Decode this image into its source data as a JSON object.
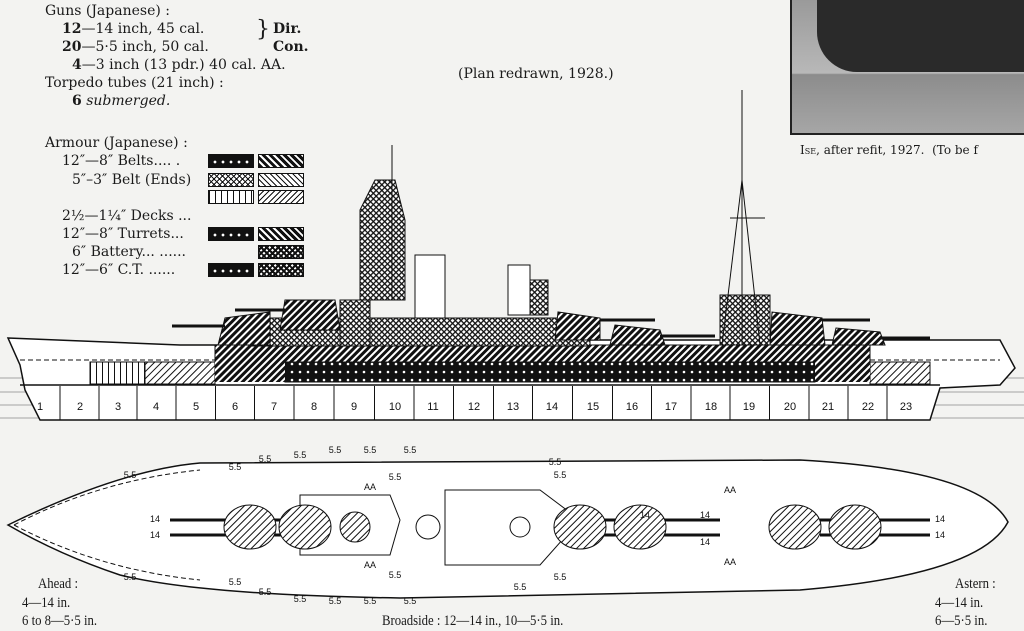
{
  "guns": {
    "heading": "Guns (Japanese) :",
    "lines": [
      {
        "count": "12",
        "text": "—14 inch, 45 cal."
      },
      {
        "count": "20",
        "text": "—5·5 inch, 50 cal."
      },
      {
        "count": "4",
        "text": "—3 inch (13 pdr.) 40 cal. AA."
      }
    ],
    "bracket_labels": [
      "Dir.",
      "Con."
    ],
    "torpedo_heading": "Torpedo tubes (21 inch) :",
    "torpedo_count": "6",
    "torpedo_text": "submerged."
  },
  "plan_note": "(Plan redrawn, 1928.)",
  "armour": {
    "heading": "Armour (Japanese) :",
    "items": [
      {
        "label": "12″—8″ Belts.... ."
      },
      {
        "label": "5″–3″ Belt (Ends)"
      },
      {
        "label": "2½—1¼″ Decks ..."
      },
      {
        "label": "12″—8″ Turrets..."
      },
      {
        "label": "6″ Battery... ......"
      },
      {
        "label": "12″—6″ C.T. ......"
      }
    ]
  },
  "photo": {
    "caption_name": "Ise",
    "caption_text": ", after refit, 1927.",
    "caption_more": "(To be f"
  },
  "compartments": [
    "1",
    "2",
    "3",
    "4",
    "5",
    "6",
    "7",
    "8",
    "9",
    "10",
    "11",
    "12",
    "13",
    "14",
    "15",
    "16",
    "17",
    "18",
    "19",
    "20",
    "21",
    "22",
    "23"
  ],
  "deck_plan": {
    "gun_14": "14",
    "gun_55": "5.5",
    "aa": "AA"
  },
  "fire_arcs": {
    "ahead_heading": "Ahead :",
    "ahead_lines": [
      "4—14 in.",
      "6 to 8—5·5 in."
    ],
    "broadside": "Broadside :  12—14 in.,  10—5·5 in.",
    "astern_heading": "Astern :",
    "astern_lines": [
      "4—14 in.",
      "6—5·5 in."
    ]
  }
}
